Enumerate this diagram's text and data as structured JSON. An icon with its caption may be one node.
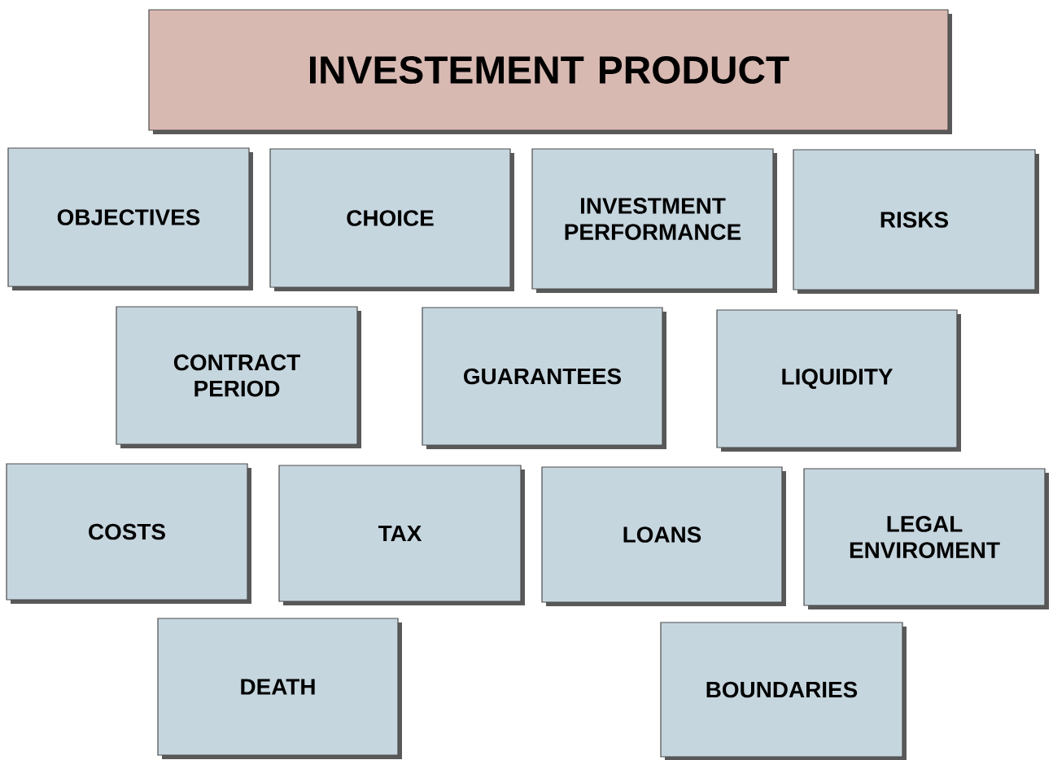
{
  "diagram": {
    "nodes": [
      {
        "text": [
          "INVESTEMENT PRODUCT"
        ]
      },
      {
        "text": [
          "OBJECTIVES"
        ]
      },
      {
        "text": [
          "CHOICE"
        ]
      },
      {
        "text": [
          "INVESTMENT PERFORMANCE"
        ]
      },
      {
        "text": [
          "RISKS"
        ]
      },
      {
        "text": [
          "CONTRACT PERIOD"
        ]
      },
      {
        "text": [
          "GUARANTEES"
        ]
      },
      {
        "text": [
          "LIQUIDITY"
        ]
      },
      {
        "text": [
          "COSTS"
        ]
      },
      {
        "text": [
          "TAX"
        ]
      },
      {
        "text": [
          "LOANS"
        ]
      },
      {
        "text": [
          "LEGAL ENVIROMENT"
        ]
      },
      {
        "text": [
          "DEATH"
        ]
      },
      {
        "text": [
          "BOUNDARIES"
        ]
      }
    ]
  }
}
